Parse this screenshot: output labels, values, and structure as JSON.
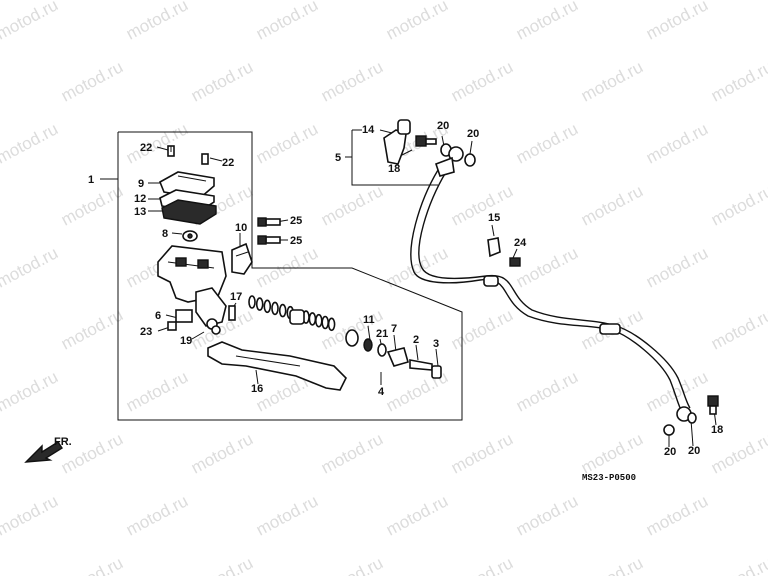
{
  "watermark": "motod.ru",
  "diagram_code": "MS23-P0500",
  "front_label": "FR.",
  "callouts": [
    "1",
    "2",
    "3",
    "4",
    "5",
    "6",
    "7",
    "8",
    "9",
    "10",
    "11",
    "12",
    "13",
    "14",
    "15",
    "16",
    "17",
    "18",
    "19",
    "20",
    "21",
    "22",
    "23",
    "24",
    "25"
  ]
}
